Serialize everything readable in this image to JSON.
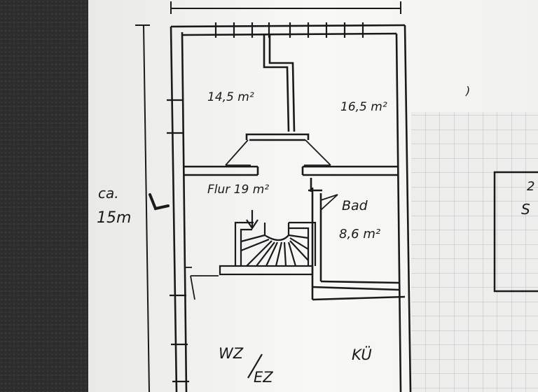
{
  "labels": {
    "room_top_left": "14,5 m²",
    "room_top_right": "16,5 m²",
    "hallway": "Flur 19 m²",
    "bath_name": "Bad",
    "bath_area": "8,6 m²",
    "living_name": "WZ",
    "dining_name": "EZ",
    "kitchen_name": "KÜ",
    "dimension_prefix": "ca.",
    "dimension_value": "15m",
    "cut_off_left": "2",
    "cut_off_right": "S"
  },
  "colors": {
    "carpet": "#2e2e2e",
    "paper": "#f7f7f5",
    "grid_paper": "#ededeb",
    "grid_line": "#b9bcc0",
    "ink": "#1a1a1a"
  }
}
